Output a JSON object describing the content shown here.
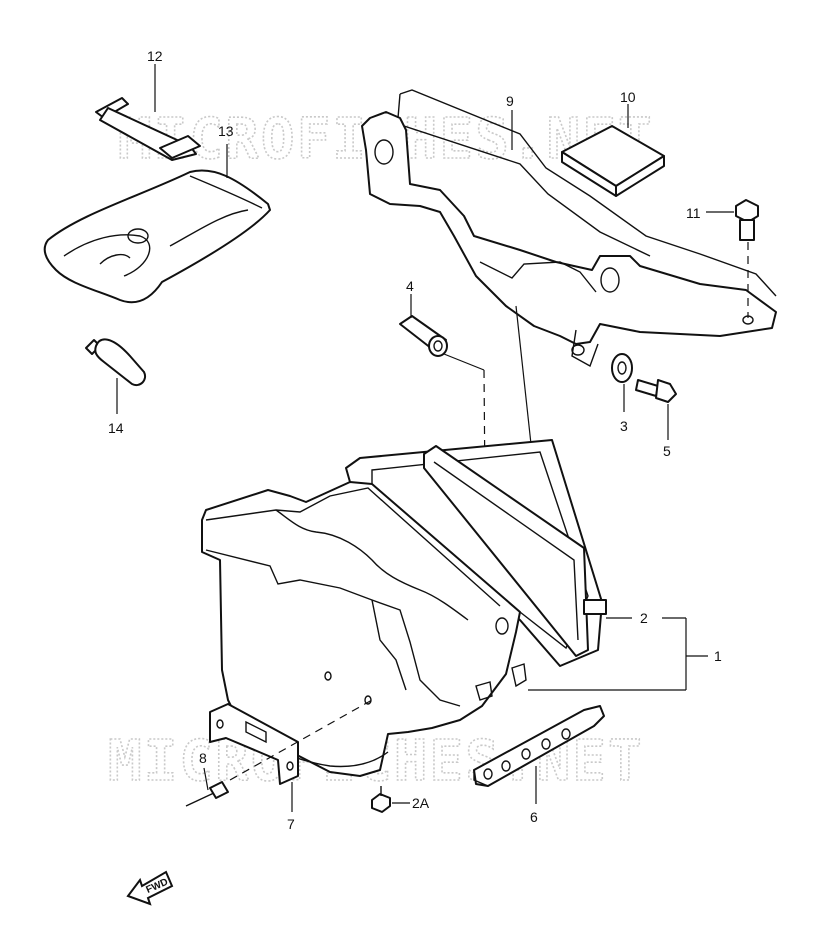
{
  "watermark": {
    "top": "MICROFICHES.NET",
    "bottom": "MICROFICHES.NET"
  },
  "callouts": {
    "c1": "1",
    "c2": "2",
    "c2a": "2A",
    "c3": "3",
    "c4": "4",
    "c5": "5",
    "c6": "6",
    "c7": "7",
    "c8": "8",
    "c9": "9",
    "c10": "10",
    "c11": "11",
    "c12": "12",
    "c13": "13",
    "c14": "14"
  },
  "fwd_label": "FWD"
}
